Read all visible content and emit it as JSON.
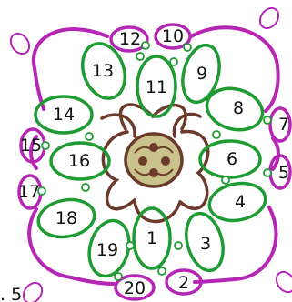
{
  "colors": {
    "outer_chain": "#b526b5",
    "rings": "#1f9b33",
    "center_lines": "#6b3a2a",
    "center_fill": "#c9c28c",
    "beads": "#6b3a2a",
    "label": "#111111",
    "background": "#ffffff"
  },
  "green_rings": [
    {
      "label": "1"
    },
    {
      "label": "3"
    },
    {
      "label": "4"
    },
    {
      "label": "6"
    },
    {
      "label": "8"
    },
    {
      "label": "9"
    },
    {
      "label": "11"
    },
    {
      "label": "13"
    },
    {
      "label": "14"
    },
    {
      "label": "16"
    },
    {
      "label": "18"
    },
    {
      "label": "19"
    }
  ],
  "purple_rings": [
    {
      "label": "2"
    },
    {
      "label": "5"
    },
    {
      "label": "7"
    },
    {
      "label": "10"
    },
    {
      "label": "12"
    },
    {
      "label": "15"
    },
    {
      "label": "17"
    },
    {
      "label": "20"
    }
  ],
  "corner_text": ". 5"
}
